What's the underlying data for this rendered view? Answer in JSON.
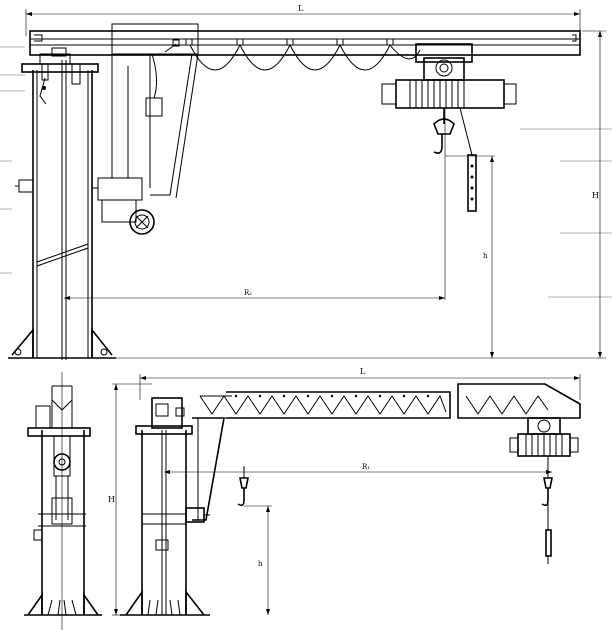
{
  "labels": {
    "top_span": "L",
    "top_radius": "R₂",
    "top_total_height": "H",
    "top_hook_height": "h",
    "bottom_span": "L",
    "bottom_radius": "R₁",
    "bottom_total_height": "H",
    "bottom_hook_height": "h"
  },
  "colors": {
    "line": "#000000",
    "background": "#ffffff"
  }
}
